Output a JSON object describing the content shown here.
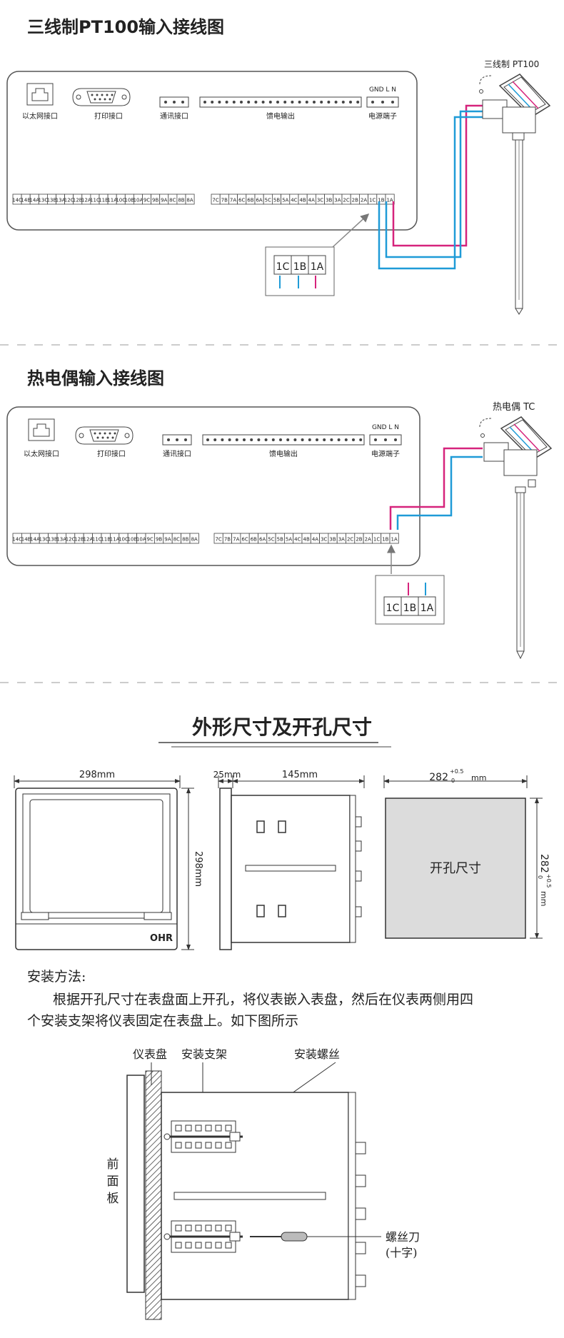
{
  "section_pt100": {
    "title": "三线制PT100输入接线图",
    "sensor_label": "三线制 PT100"
  },
  "section_tc": {
    "title": "热电偶输入接线图",
    "sensor_label": "热电偶 TC"
  },
  "panel": {
    "ethernet": "以太网接口",
    "print": "打印接口",
    "comm": "通讯接口",
    "feed": "馈电输出",
    "power": "电源端子",
    "power_terms": "GND  L  N",
    "left_terms": [
      "14C",
      "14B",
      "14A",
      "13C",
      "13B",
      "13A",
      "12C",
      "12B",
      "12A",
      "11C",
      "11B",
      "11A",
      "10C",
      "10B",
      "10A",
      "9C",
      "9B",
      "9A",
      "8C",
      "8B",
      "8A"
    ],
    "right_terms": [
      "7C",
      "7B",
      "7A",
      "6C",
      "6B",
      "6A",
      "5C",
      "5B",
      "5A",
      "4C",
      "4B",
      "4A",
      "3C",
      "3B",
      "3A",
      "2C",
      "2B",
      "2A",
      "1C",
      "1B",
      "1A"
    ],
    "zoom_terms": [
      "1C",
      "1B",
      "1A"
    ]
  },
  "dimensions": {
    "title": "外形尺寸及开孔尺寸",
    "front_width": "298mm",
    "front_height": "298mm",
    "brand": "OHR",
    "depth_front": "25mm",
    "depth_body": "145mm",
    "cutout_width": "282",
    "cutout_height": "282",
    "cutout_tol_upper": "+0.5",
    "cutout_tol_lower": "0",
    "cutout_unit": "mm",
    "cutout_label": "开孔尺寸"
  },
  "install": {
    "heading": "安装方法:",
    "para_line1": "根据开孔尺寸在表盘面上开孔，将仪表嵌入表盘，然后在仪表两侧用四",
    "para_line2": "个安装支架将仪表固定在表盘上。如下图所示",
    "label_panel": "仪表盘",
    "label_bracket": "安装支架",
    "label_screw": "安装螺丝",
    "label_front": "前面板",
    "label_driver": "螺丝刀",
    "label_driver_sub": "(十字)"
  },
  "colors": {
    "magenta": "#d6237c",
    "blue": "#1f9bd7",
    "grey_wire": "#7f7f7f",
    "cutout_fill": "#dcdcdc"
  }
}
